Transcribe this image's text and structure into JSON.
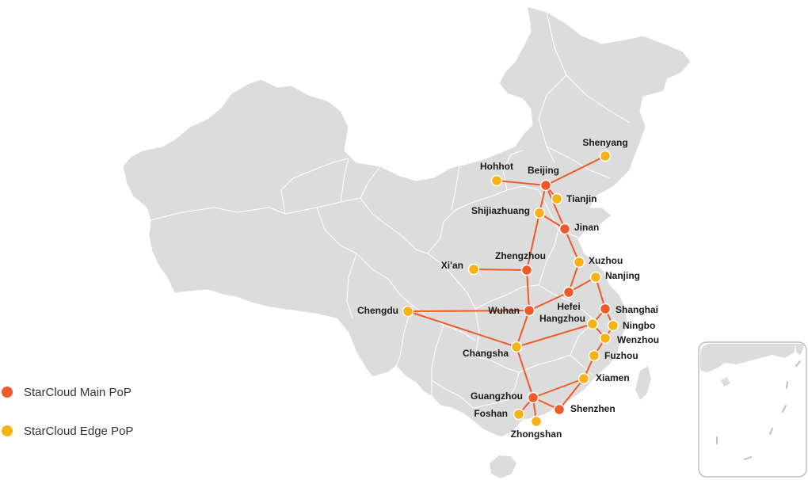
{
  "colors": {
    "land": "#dcdcdc",
    "border": "#ffffff",
    "link": "#ef5a2a",
    "main": "#ef5a2a",
    "edge": "#f7b215",
    "inset_border": "#bfbfbf"
  },
  "legend": [
    {
      "label": "StarCloud Main PoP",
      "type": "main"
    },
    {
      "label": "StarCloud Edge PoP",
      "type": "edge"
    }
  ],
  "cities": [
    {
      "id": "shenyang",
      "name": "Shenyang",
      "type": "edge"
    },
    {
      "id": "hohhot",
      "name": "Hohhot",
      "type": "edge"
    },
    {
      "id": "beijing",
      "name": "Beijing",
      "type": "main"
    },
    {
      "id": "tianjin",
      "name": "Tianjin",
      "type": "edge"
    },
    {
      "id": "shijiazhuang",
      "name": "Shijiazhuang",
      "type": "edge"
    },
    {
      "id": "jinan",
      "name": "Jinan",
      "type": "main"
    },
    {
      "id": "xuzhou",
      "name": "Xuzhou",
      "type": "edge"
    },
    {
      "id": "zhengzhou",
      "name": "Zhengzhou",
      "type": "main"
    },
    {
      "id": "xian",
      "name": "Xi'an",
      "type": "edge"
    },
    {
      "id": "nanjing",
      "name": "Nanjing",
      "type": "edge"
    },
    {
      "id": "hefei",
      "name": "Hefei",
      "type": "main"
    },
    {
      "id": "shanghai",
      "name": "Shanghai",
      "type": "main"
    },
    {
      "id": "chengdu",
      "name": "Chengdu",
      "type": "edge"
    },
    {
      "id": "wuhan",
      "name": "Wuhan",
      "type": "main"
    },
    {
      "id": "hangzhou",
      "name": "Hangzhou",
      "type": "edge"
    },
    {
      "id": "ningbo",
      "name": "Ningbo",
      "type": "edge"
    },
    {
      "id": "wenzhou",
      "name": "Wenzhou",
      "type": "edge"
    },
    {
      "id": "changsha",
      "name": "Changsha",
      "type": "edge"
    },
    {
      "id": "fuzhou",
      "name": "Fuzhou",
      "type": "edge"
    },
    {
      "id": "xiamen",
      "name": "Xiamen",
      "type": "edge"
    },
    {
      "id": "guangzhou",
      "name": "Guangzhou",
      "type": "main"
    },
    {
      "id": "shenzhen",
      "name": "Shenzhen",
      "type": "main"
    },
    {
      "id": "foshan",
      "name": "Foshan",
      "type": "edge"
    },
    {
      "id": "zhongshan",
      "name": "Zhongshan",
      "type": "edge"
    }
  ],
  "links": [
    [
      "beijing",
      "shenyang"
    ],
    [
      "beijing",
      "hohhot"
    ],
    [
      "beijing",
      "tianjin"
    ],
    [
      "beijing",
      "shijiazhuang"
    ],
    [
      "beijing",
      "jinan"
    ],
    [
      "shijiazhuang",
      "jinan"
    ],
    [
      "shijiazhuang",
      "zhengzhou"
    ],
    [
      "jinan",
      "xuzhou"
    ],
    [
      "xuzhou",
      "hefei"
    ],
    [
      "xian",
      "zhengzhou"
    ],
    [
      "zhengzhou",
      "wuhan"
    ],
    [
      "hefei",
      "nanjing"
    ],
    [
      "hefei",
      "wuhan"
    ],
    [
      "nanjing",
      "shanghai"
    ],
    [
      "shanghai",
      "hangzhou"
    ],
    [
      "shanghai",
      "ningbo"
    ],
    [
      "hangzhou",
      "wenzhou"
    ],
    [
      "ningbo",
      "wenzhou"
    ],
    [
      "wenzhou",
      "fuzhou"
    ],
    [
      "fuzhou",
      "xiamen"
    ],
    [
      "xiamen",
      "guangzhou"
    ],
    [
      "xiamen",
      "shenzhen"
    ],
    [
      "chengdu",
      "wuhan"
    ],
    [
      "chengdu",
      "changsha"
    ],
    [
      "wuhan",
      "changsha"
    ],
    [
      "changsha",
      "hangzhou"
    ],
    [
      "changsha",
      "guangzhou"
    ],
    [
      "guangzhou",
      "shenzhen"
    ],
    [
      "guangzhou",
      "foshan"
    ],
    [
      "guangzhou",
      "zhongshan"
    ]
  ]
}
